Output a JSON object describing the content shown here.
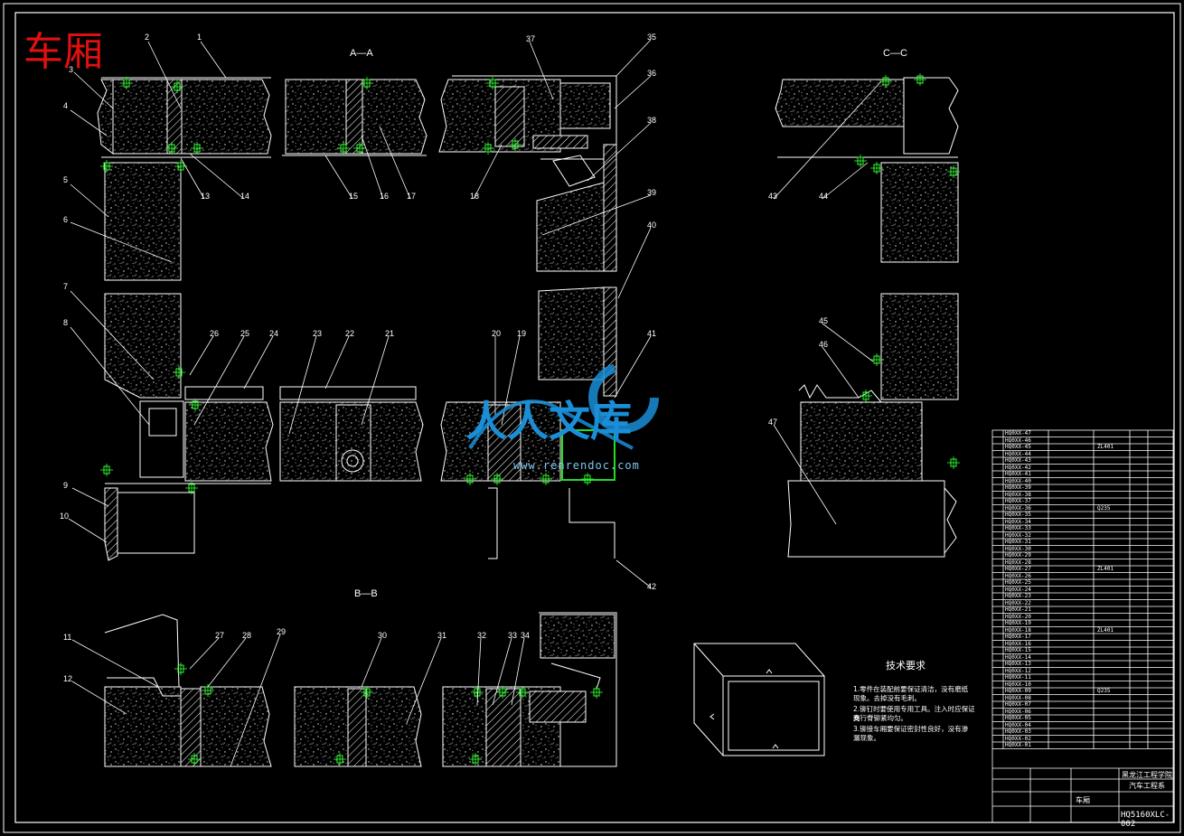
{
  "drawing": {
    "title_cn": "车厢",
    "section_labels": [
      "A—A",
      "C—C",
      "B—B"
    ],
    "callouts": [
      "1",
      "2",
      "3",
      "4",
      "5",
      "6",
      "7",
      "8",
      "9",
      "10",
      "11",
      "12",
      "13",
      "14",
      "15",
      "16",
      "17",
      "18",
      "19",
      "20",
      "21",
      "22",
      "23",
      "24",
      "25",
      "26",
      "27",
      "28",
      "29",
      "30",
      "31",
      "32",
      "33",
      "34",
      "35",
      "36",
      "37",
      "38",
      "39",
      "40",
      "41",
      "42",
      "43",
      "44",
      "45",
      "46",
      "47"
    ],
    "requirements_title": "技术要求",
    "requirements": [
      "1.零件在装配前要保证清洁，没有磨纸",
      "现象。去掉没有毛刺。",
      "2.铆钉时要使用专用工具。注入时应保证两",
      "支行脊铆紧均匀。",
      "3.铆接车厢要保证密封性良好，没有渗",
      "漏现象。"
    ]
  },
  "watermark": {
    "text": "人人文库",
    "url": "www.renrendoc.com"
  },
  "title_block": {
    "company": "黑龙江工程学院",
    "school": "汽车工程系",
    "drawing_name": "车厢",
    "code": "HQ5160XLC-002",
    "rows": [
      "HQ0XX-47",
      "HQ0XX-46",
      "HQ0XX-45",
      "HQ0XX-44",
      "HQ0XX-43",
      "HQ0XX-42",
      "HQ0XX-41",
      "HQ0XX-40",
      "HQ0XX-39",
      "HQ0XX-38",
      "HQ0XX-37",
      "HQ0XX-36",
      "HQ0XX-35",
      "HQ0XX-34",
      "HQ0XX-33",
      "HQ0XX-32",
      "HQ0XX-31",
      "HQ0XX-30",
      "HQ0XX-29",
      "HQ0XX-28",
      "HQ0XX-27",
      "HQ0XX-26",
      "HQ0XX-25",
      "HQ0XX-24",
      "HQ0XX-23",
      "HQ0XX-22",
      "HQ0XX-21",
      "HQ0XX-20",
      "HQ0XX-19",
      "HQ0XX-18",
      "HQ0XX-17",
      "HQ0XX-16",
      "HQ0XX-15",
      "HQ0XX-14",
      "HQ0XX-13",
      "HQ0XX-12",
      "HQ0XX-11",
      "HQ0XX-10",
      "HQ0XX-09",
      "HQ0XX-08",
      "HQ0XX-07",
      "HQ0XX-06",
      "HQ0XX-05",
      "HQ0XX-04",
      "HQ0XX-03",
      "HQ0XX-02",
      "HQ0XX-01"
    ],
    "materials": [
      "ZL401",
      "Q235",
      "ZL401",
      "ZL401",
      "Q235"
    ]
  },
  "colors": {
    "line": "#ffffff",
    "title": "#e01010",
    "watermark": "#1a8fd8",
    "highlight": "#22dd22",
    "marker": "#33ff33"
  }
}
